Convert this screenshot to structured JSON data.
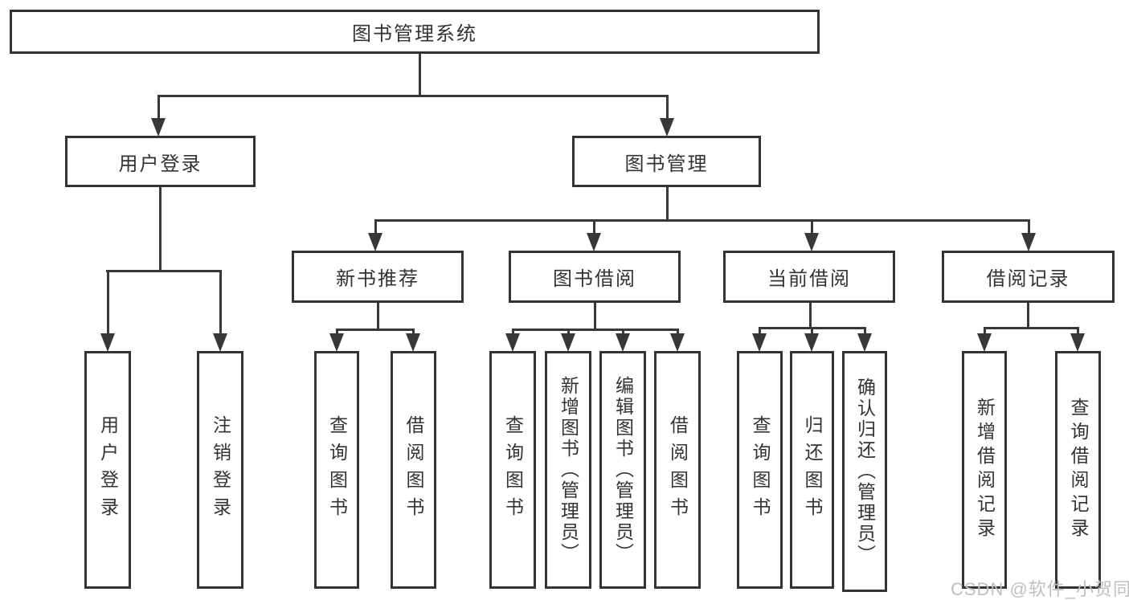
{
  "diagram": {
    "root": {
      "label": "图书管理系统"
    },
    "level2": [
      {
        "label": "用户登录"
      },
      {
        "label": "图书管理"
      }
    ],
    "level3": [
      {
        "label": "新书推荐"
      },
      {
        "label": "图书借阅"
      },
      {
        "label": "当前借阅"
      },
      {
        "label": "借阅记录"
      }
    ],
    "leaves": [
      {
        "label": "用户登录"
      },
      {
        "label": "注销登录"
      },
      {
        "label": "查询图书"
      },
      {
        "label": "借阅图书"
      },
      {
        "label": "查询图书"
      },
      {
        "label": "新增图书（管理员）"
      },
      {
        "label": "编辑图书（管理员）"
      },
      {
        "label": "借阅图书"
      },
      {
        "label": "查询图书"
      },
      {
        "label": "归还图书"
      },
      {
        "label": "确认归还（管理员）"
      },
      {
        "label": "新增借阅记录"
      },
      {
        "label": "查询借阅记录"
      }
    ]
  },
  "watermark": {
    "text": "CSDN @软件_小贺同学"
  },
  "colors": {
    "line": "#383838",
    "border": "#333333",
    "text": "#333333",
    "watermark": "#bfbfbf",
    "background": "#ffffff"
  }
}
